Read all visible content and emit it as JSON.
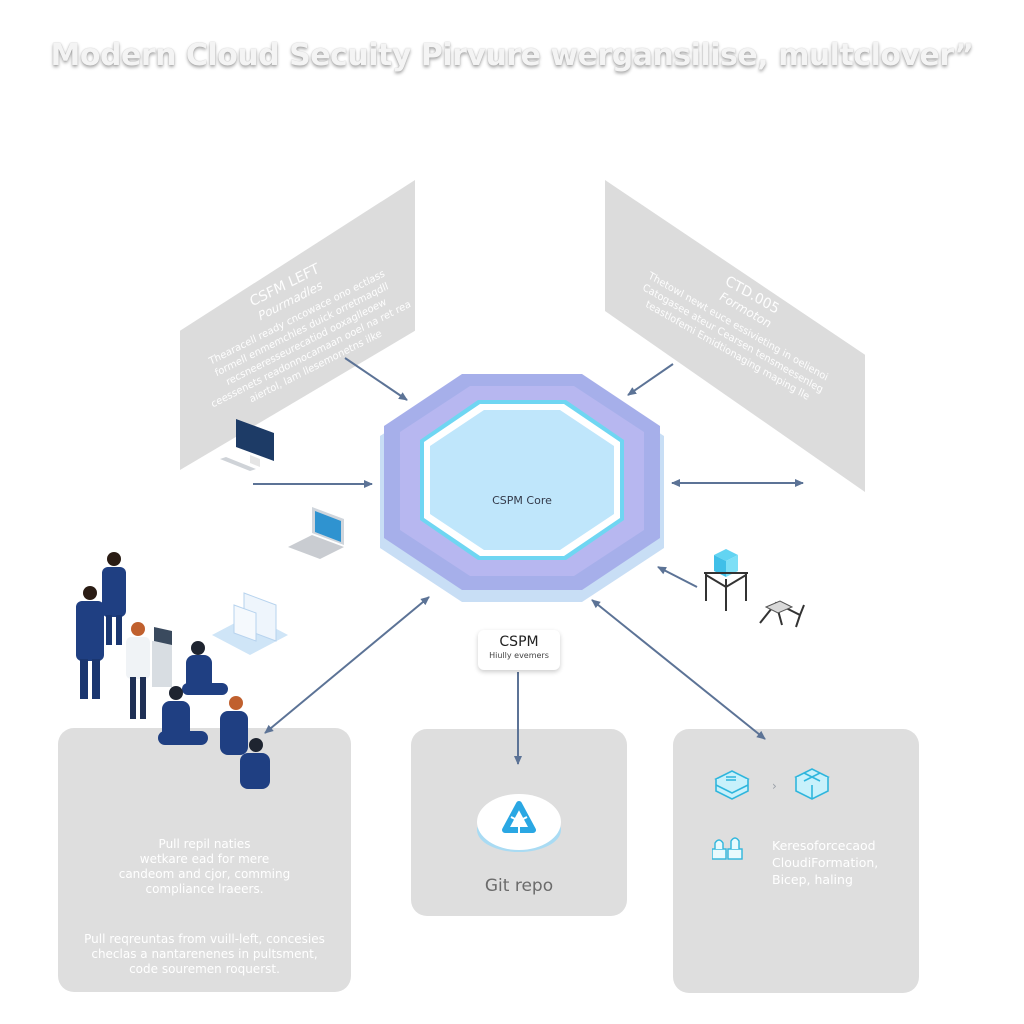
{
  "title": "Modern Cloud Secuity Pirvure wergansilise, multclover”",
  "left_panel": {
    "heading": "CSFM LEFT",
    "subheading": "Pourmadles",
    "body": "Thearacell ready cncowace ono ectlass formell enmemchles duick orretmaqdll recsneeresseurecatiod ooxaglleoew ceessenets readonnocamaan ooel na ret rea aiertol, lam llesemonetns ilke"
  },
  "right_panel": {
    "heading": "CTD.005",
    "subheading": "Formoton",
    "body": "Thetowl newt euce essivieting in oelienoi Catogasee ateur Cearsen tensmeesenleg teastlofemi Emidtionaging maping lle"
  },
  "hub": {
    "title": "CSPM",
    "subtitle": "CSPM Core",
    "colors": {
      "outer": "#a9b2ec",
      "inner": "#bfe6fb",
      "glow": "#6fd6f2",
      "base": "#c9dff4"
    }
  },
  "badge": {
    "title": "CSPM",
    "subtitle": "Hiully evemers"
  },
  "cards": {
    "left": {
      "text_top": [
        "Pull repil naties",
        "wetkare ead for mere",
        "candeom and cjor, comming",
        "compliance lraeers."
      ],
      "text_bottom": [
        "Pull reqreuntas from vuill-left, concesies",
        "checlas a nantarenenes in pultsment,",
        "code souremen roquerst."
      ]
    },
    "middle": {
      "icon": "recycle-triangle-icon",
      "label": "Git repo"
    },
    "right": {
      "icons": [
        "terraform-block-icon",
        "chevron-right-icon",
        "cloudformation-cube-icon",
        "bicep-stack-icon"
      ],
      "text": [
        "Keresoforcecaod",
        "CloudiFormation,",
        "Bicep, haling"
      ]
    }
  },
  "connectors": {
    "color": "#5c7396"
  }
}
